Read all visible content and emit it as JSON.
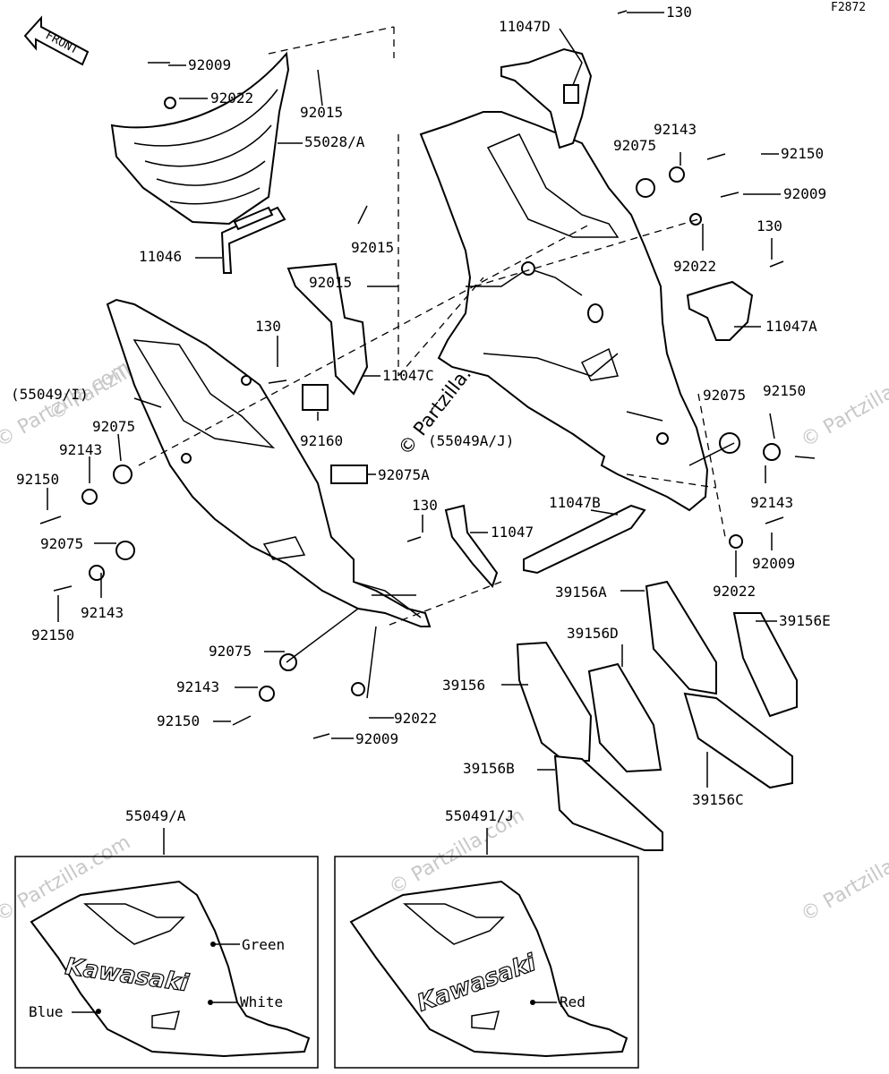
{
  "figure_code": "F2872",
  "front_arrow": "FRONT",
  "watermark": "© Partzilla.com",
  "callouts": {
    "c130_top": "130",
    "c11047D": "11047D",
    "c92009_top": "92009",
    "c92022_top": "92022",
    "c92015_a": "92015",
    "c55028A": "55028/A",
    "c92143_r": "92143",
    "c92075_r": "92075",
    "c92150_r": "92150",
    "c92009_r": "92009",
    "c11046": "11046",
    "c92015_b": "92015",
    "c92015_c": "92015",
    "c92022_r": "92022",
    "c130_r": "130",
    "c11047A": "11047A",
    "c130_mid": "130",
    "c55049I": "(55049/I)",
    "c11047C": "11047C",
    "c92160": "92160",
    "c55049AJ": "(55049A/J)",
    "c92075_l": "92075",
    "c92143_l": "92143",
    "c92150_l": "92150",
    "c92075A": "92075A",
    "c92075_rr": "92075",
    "c92150_rr": "92150",
    "c92143_rr": "92143",
    "c130_low": "130",
    "c11047": "11047",
    "c11047B": "11047B",
    "c92009_rr": "92009",
    "c92075_l2": "92075",
    "c92143_l2": "92143",
    "c92150_l2": "92150",
    "c92022_rr": "92022",
    "c39156A": "39156A",
    "c39156E": "39156E",
    "c39156D": "39156D",
    "c39156": "39156",
    "c92075_b": "92075",
    "c92143_b": "92143",
    "c92150_b": "92150",
    "c92022_b": "92022",
    "c92009_b": "92009",
    "c39156B": "39156B",
    "c39156C": "39156C",
    "c55049A": "55049/A",
    "c55049IJ": "550491/J"
  },
  "color_panels": {
    "left": {
      "brand": "Kawasaki",
      "color1": "Green",
      "color2": "White",
      "color3": "Blue"
    },
    "right": {
      "brand": "Kawasaki",
      "color1": "Red"
    }
  }
}
